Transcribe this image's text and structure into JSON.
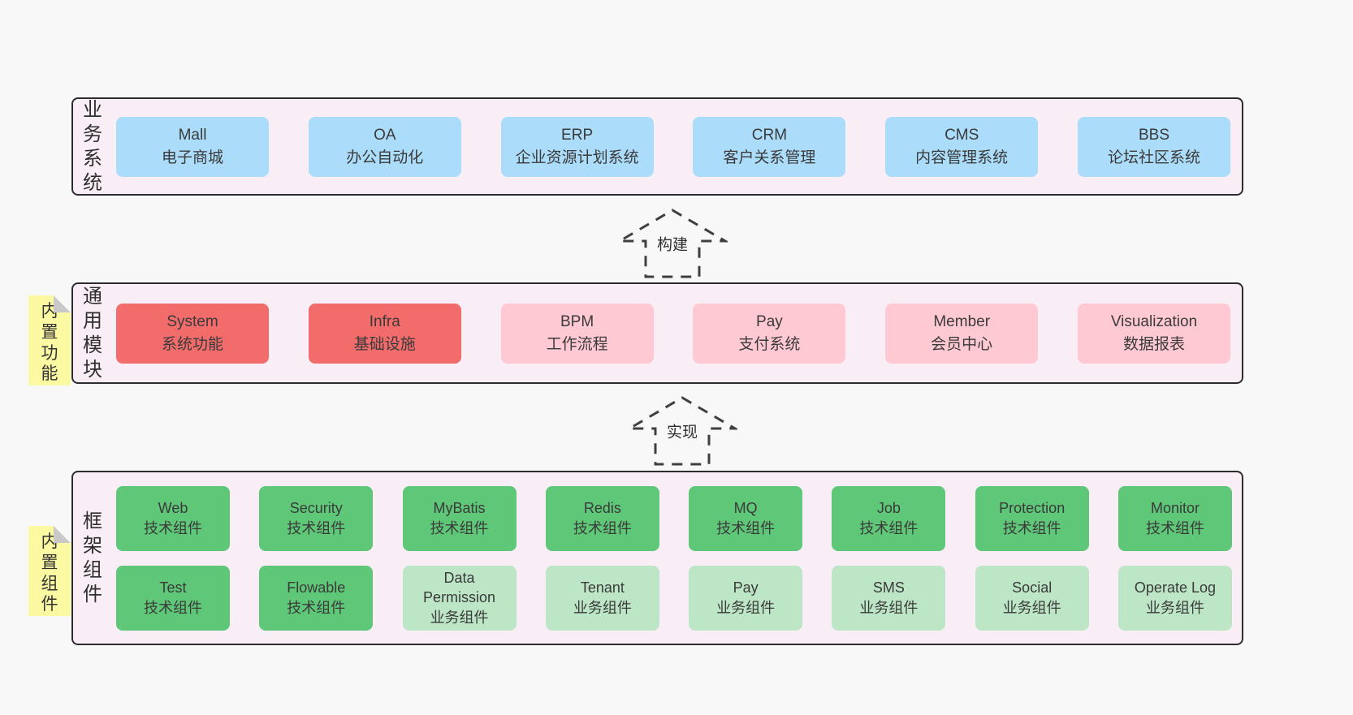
{
  "colors": {
    "page_bg": "#f8f8f8",
    "band_bg": "#f9eef6",
    "band_border": "#2d2d2d",
    "blue": "#abdcfa",
    "red": "#f26c6c",
    "pink": "#ffc9d3",
    "green_dark": "#5fc878",
    "green_light": "#bce6c6",
    "yellow_tab": "#fbf9a2",
    "fold_gray": "#c9c9c9",
    "text": "#3a3a3a",
    "arrow": "#3f3f3f"
  },
  "arrows": {
    "build": {
      "label": "构建"
    },
    "implement": {
      "label": "实现"
    }
  },
  "bands": {
    "business": {
      "label": "业务系统",
      "boxes": [
        {
          "en": "Mall",
          "zh": "电子商城"
        },
        {
          "en": "OA",
          "zh": "办公自动化"
        },
        {
          "en": "ERP",
          "zh": "企业资源计划系统"
        },
        {
          "en": "CRM",
          "zh": "客户关系管理"
        },
        {
          "en": "CMS",
          "zh": "内容管理系统"
        },
        {
          "en": "BBS",
          "zh": "论坛社区系统"
        }
      ]
    },
    "modules": {
      "label": "通用模块",
      "tab": "内置功能",
      "boxes": [
        {
          "en": "System",
          "zh": "系统功能"
        },
        {
          "en": "Infra",
          "zh": "基础设施"
        },
        {
          "en": "BPM",
          "zh": "工作流程"
        },
        {
          "en": "Pay",
          "zh": "支付系统"
        },
        {
          "en": "Member",
          "zh": "会员中心"
        },
        {
          "en": "Visualization",
          "zh": "数据报表"
        }
      ]
    },
    "framework": {
      "label": "框架组件",
      "tab": "内置组件",
      "row1": [
        {
          "en": "Web",
          "zh": "技术组件"
        },
        {
          "en": "Security",
          "zh": "技术组件"
        },
        {
          "en": "MyBatis",
          "zh": "技术组件"
        },
        {
          "en": "Redis",
          "zh": "技术组件"
        },
        {
          "en": "MQ",
          "zh": "技术组件"
        },
        {
          "en": "Job",
          "zh": "技术组件"
        },
        {
          "en": "Protection",
          "zh": "技术组件"
        },
        {
          "en": "Monitor",
          "zh": "技术组件"
        }
      ],
      "row2": [
        {
          "en": "Test",
          "zh": "技术组件"
        },
        {
          "en": "Flowable",
          "zh": "技术组件"
        },
        {
          "en": "Data Permission",
          "zh": "业务组件"
        },
        {
          "en": "Tenant",
          "zh": "业务组件"
        },
        {
          "en": "Pay",
          "zh": "业务组件"
        },
        {
          "en": "SMS",
          "zh": "业务组件"
        },
        {
          "en": "Social",
          "zh": "业务组件"
        },
        {
          "en": "Operate Log",
          "zh": "业务组件"
        }
      ]
    }
  }
}
